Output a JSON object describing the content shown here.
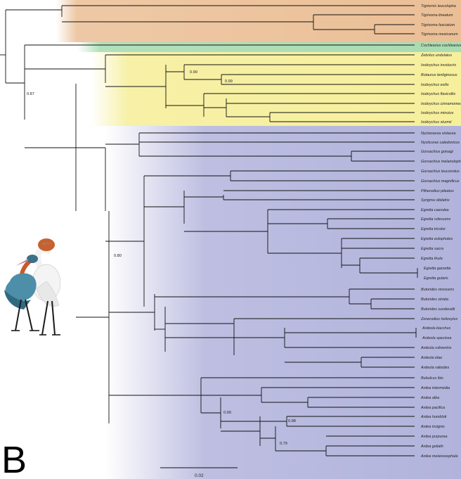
{
  "panel_label": "B",
  "scale_label": "0.02",
  "support_values": [
    "0.87",
    "0.99",
    "0.99",
    "0.80",
    "0.99",
    "0.98",
    "0.79"
  ],
  "taxa": [
    "Tigriornis leucolopha",
    "Tigrisoma lineatum",
    "Tigrisoma fasciatum",
    "Tigrisoma mexicanum",
    "Cochlearius cochlearius",
    "Zebrilus undulatus",
    "Ixobrychus involucris",
    "Botaurus lentiginosus",
    "Ixobrychus exilis",
    "Ixobrychus flavicollis",
    "Ixobrychus cinnamomeus",
    "Ixobrychus minutus",
    "Ixobrychus sturmii",
    "Nyctanassa violacea",
    "Nycticorax caledonicus",
    "Gorsachius goisagi",
    "Gorsachius melanolophus",
    "Gorsachius leuconotus",
    "Gorsachius magnificus",
    "Pilherodius pileatus",
    "Syrigma sibilatrix",
    "Egretta caerulea",
    "Egretta rufescens",
    "Egretta tricolor",
    "Egretta eulophotes",
    "Egretta sacra",
    "Egretta thula",
    "Egretta garzetta",
    "Egretta gularis",
    "Butorides virescens",
    "Butorides striata",
    "Butorides sundevalli",
    "Zonerodius heliosylus",
    "Ardeola bacchus",
    "Ardeola speciosa",
    "Ardeola rufiventris",
    "Ardeola idae",
    "Ardeola ralloides",
    "Bubulcus ibis",
    "Ardea intermedia",
    "Ardea alba",
    "Ardea pacifica",
    "Ardea humbloti",
    "Ardea insignis",
    "Ardea purpurea",
    "Ardea goliath",
    "Ardea melanocephala"
  ],
  "colors": {
    "tigrisoma_band": "#ebbf96",
    "cochlearius_band": "#a9dcb2",
    "ixobrychus_band": "#f6ef9c",
    "ardeinae_band": "#b2b3dc"
  }
}
